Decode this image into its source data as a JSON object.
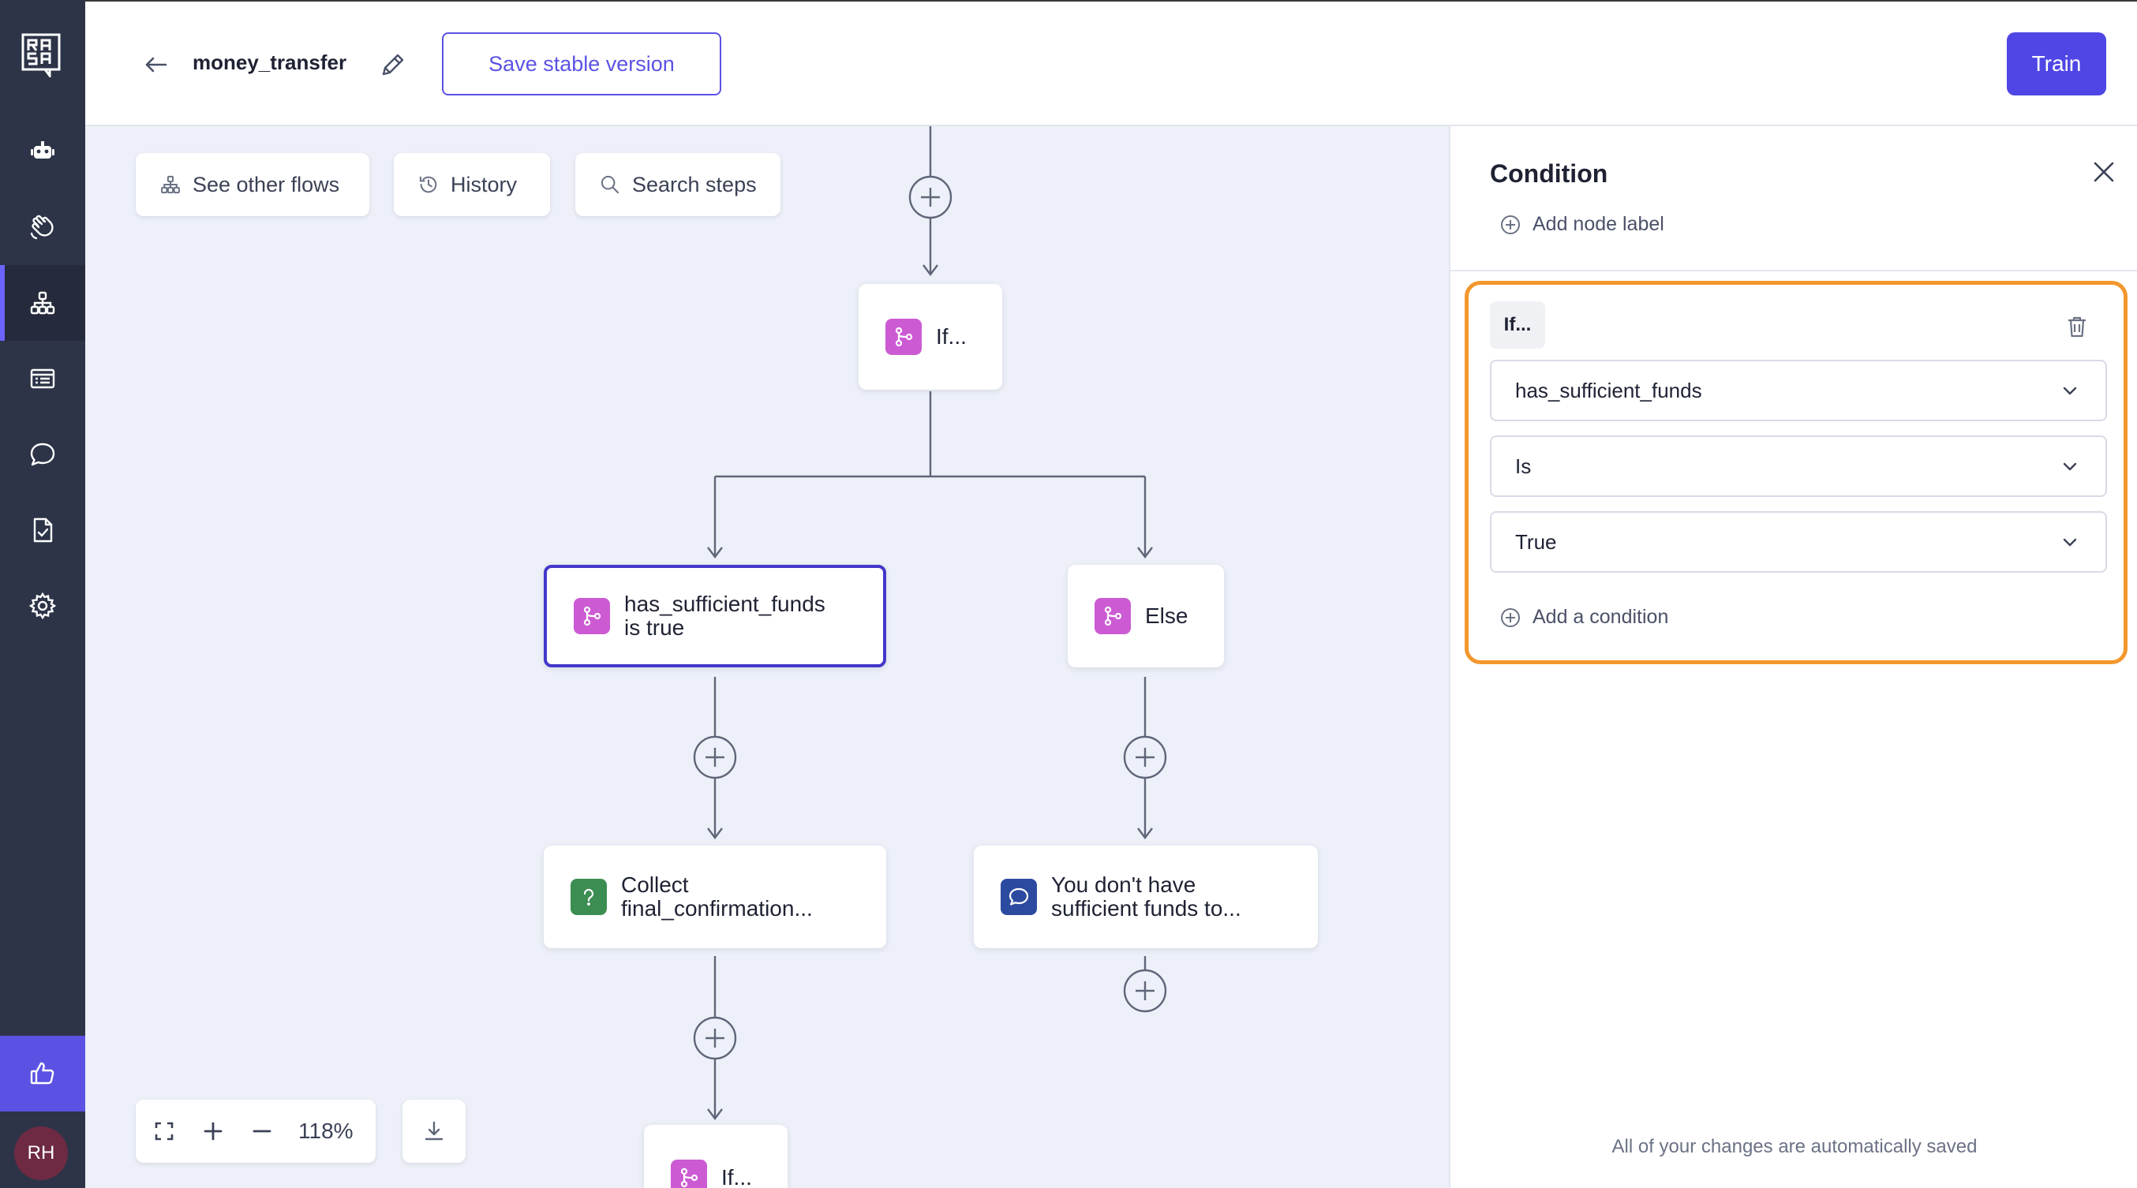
{
  "topbar": {
    "flow_name": "money_transfer",
    "save_stable_label": "Save stable version",
    "train_label": "Train"
  },
  "sidebar": {
    "logo_text": "RASA",
    "items": [
      {
        "icon": "robot-icon"
      },
      {
        "icon": "hand-wave-icon"
      },
      {
        "icon": "flows-icon",
        "active": true
      },
      {
        "icon": "responses-icon"
      },
      {
        "icon": "chat-icon"
      },
      {
        "icon": "document-check-icon"
      },
      {
        "icon": "gear-icon"
      }
    ],
    "feedback_icon": "thumbs-up-icon",
    "avatar_initials": "RH"
  },
  "canvas": {
    "toolbar": {
      "see_other_flows": "See other flows",
      "history": "History",
      "search_steps": "Search steps"
    },
    "nodes": {
      "if_top": "If...",
      "branch_true": "has_sufficient_funds\nis true",
      "branch_else": "Else",
      "collect": "Collect\nfinal_confirmation...",
      "message": "You don't have\nsufficient funds to...",
      "if_bottom": "If..."
    },
    "zoom_level": "118%"
  },
  "panel": {
    "title": "Condition",
    "add_node_label": "Add node label",
    "if_tag": "If...",
    "selects": {
      "slot": "has_sufficient_funds",
      "operator": "Is",
      "value": "True"
    },
    "add_condition": "Add a condition",
    "saved_note": "All of your changes are automatically saved"
  },
  "colors": {
    "accent": "#4f46e5",
    "highlight_border": "#f3972d",
    "rail_bg": "#2d3448",
    "branch_icon": "#cc5bd3",
    "collect_icon": "#3c8d52",
    "message_icon": "#2c4aa0"
  }
}
